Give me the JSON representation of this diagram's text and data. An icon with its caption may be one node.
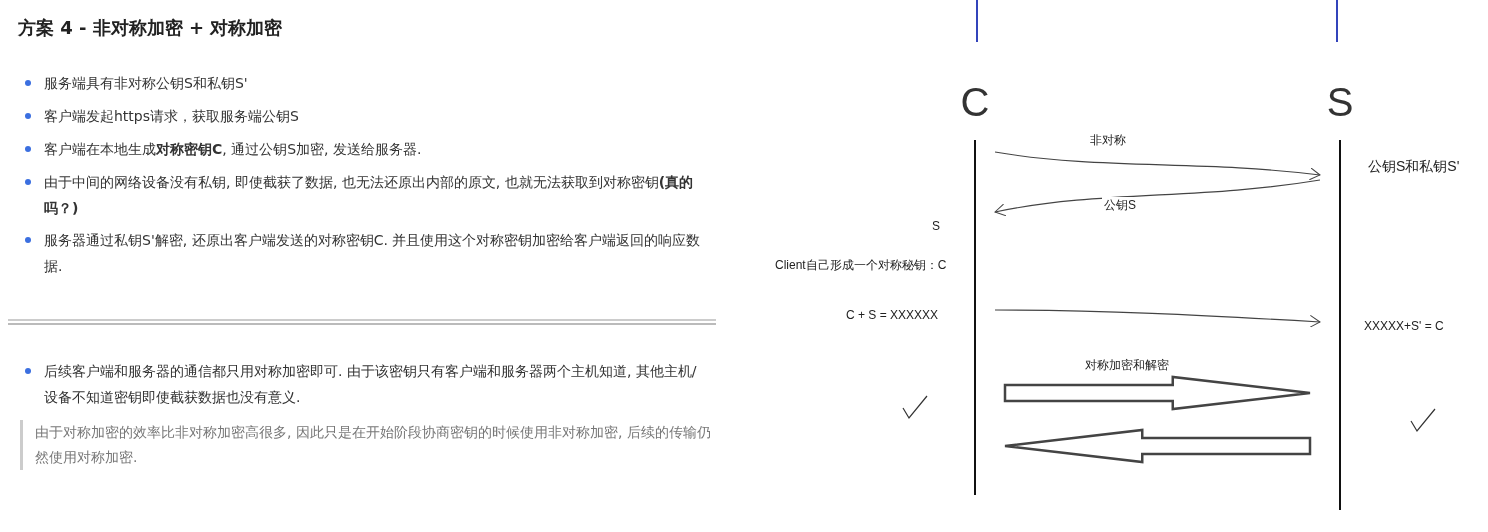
{
  "diagram": {
    "title": "方案 4 - 非对称加密 + 对称加密",
    "nodes": [
      {
        "text": [
          "C"
        ]
      },
      {
        "text": [
          "S"
        ]
      }
    ],
    "edges": [
      {
        "from": 0,
        "to": 1,
        "arrow": "to",
        "label": "非对称"
      },
      {
        "from": 1,
        "to": 0,
        "arrow": "to",
        "label": "公钥S"
      },
      {
        "from": 0,
        "to": 1,
        "arrow": "to"
      },
      {
        "from": 0,
        "to": 1,
        "arrow": "to",
        "label": "对称加密和解密",
        "style": "thick"
      },
      {
        "from": 1,
        "to": 0,
        "arrow": "to",
        "style": "thick"
      }
    ],
    "labels": [
      "服务端具有非对称公钥S和私钥S'",
      "客户端发起https请求，获取服务端公钥S",
      "客户端在本地生成**对称密钥C**, 通过公钥S加密, 发送给服务器.",
      "由于中间的网络设备没有私钥, 即使截获了数据, 也无法还原出内部的原文, 也就无法获取到对称密钥**(真的吗？)**",
      "服务器通过私钥S'解密, 还原出客户端发送的对称密钥C. 并且使用这个对称密钥加密给客户端返回的响应数据.",
      "后续客户端和服务器的通信都只用对称加密即可. 由于该密钥只有客户端和服务器两个主机知道, 其他主机/设备不知道密钥即使截获数据也没有意义.",
      "由于对称加密的效率比非对称加密高很多, 因此只是在开始阶段协商密钥的时候使用非对称加密, 后续的传输仍然使用对称加密.",
      "公钥S和私钥S'",
      "S",
      "Client自己形成一个对称秘钥：C",
      "C + S = XXXXXX",
      "XXXXX+S' = C"
    ]
  }
}
